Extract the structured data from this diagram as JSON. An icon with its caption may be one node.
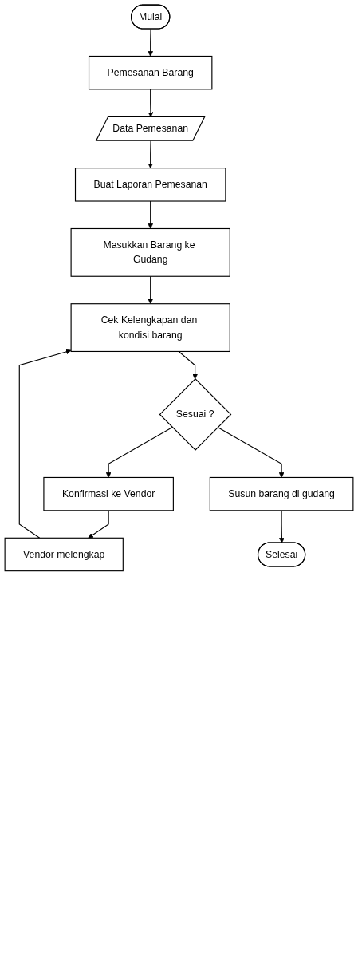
{
  "diagram": {
    "nodes": [
      {
        "text": [
          "Mulai"
        ]
      },
      {
        "text": [
          "Pemesanan Barang"
        ]
      },
      {
        "text": [
          "Data Pemesanan"
        ]
      },
      {
        "text": [
          "Buat Laporan Pemesanan"
        ]
      },
      {
        "text": [
          "Masukkan Barang ke Gudang"
        ]
      },
      {
        "text": [
          "Cek Kelengkapan dan kondisi barang"
        ]
      },
      {
        "text": [
          "Vendor melengkap"
        ]
      },
      {
        "text": [
          "Sesuai ?"
        ]
      },
      {
        "text": [
          "Konfirmasi ke Vendor"
        ]
      },
      {
        "text": [
          "Susun barang di gudang"
        ]
      },
      {
        "text": [
          "Selesai"
        ]
      }
    ],
    "edges": [
      {
        "from": 0,
        "to": 1,
        "arrow": "to"
      },
      {
        "from": 1,
        "to": 2,
        "arrow": "to"
      },
      {
        "from": 2,
        "to": 3,
        "arrow": "to"
      },
      {
        "from": 3,
        "to": 4,
        "arrow": "to"
      },
      {
        "from": 4,
        "to": 5,
        "arrow": "to"
      },
      {
        "from": 5,
        "to": 7,
        "arrow": "to"
      },
      {
        "from": 7,
        "to": 8,
        "arrow": "to"
      },
      {
        "from": 8,
        "to": 6,
        "arrow": "to"
      },
      {
        "from": 6,
        "to": 5,
        "arrow": "to"
      },
      {
        "from": 7,
        "to": 9,
        "arrow": "to"
      },
      {
        "from": 9,
        "to": 10,
        "arrow": "to"
      }
    ]
  }
}
